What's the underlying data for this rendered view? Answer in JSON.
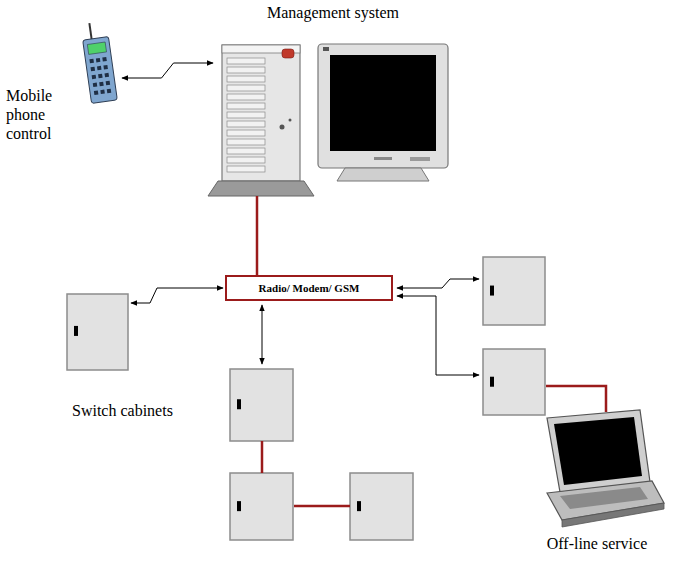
{
  "diagram": {
    "nodes": [
      {
        "text": [
          "Management system"
        ]
      },
      {
        "text": [
          "Mobile phone control"
        ]
      },
      {
        "text": [
          "Radio/ Modem/ GSM"
        ]
      },
      {
        "text": [
          "Off-line service"
        ]
      }
    ],
    "edges": [
      {
        "from": 1,
        "to": 0,
        "arrow": "both"
      },
      {
        "from": 0,
        "to": 2,
        "arrow": "none"
      }
    ],
    "labels": [
      "Switch cabinets"
    ]
  }
}
